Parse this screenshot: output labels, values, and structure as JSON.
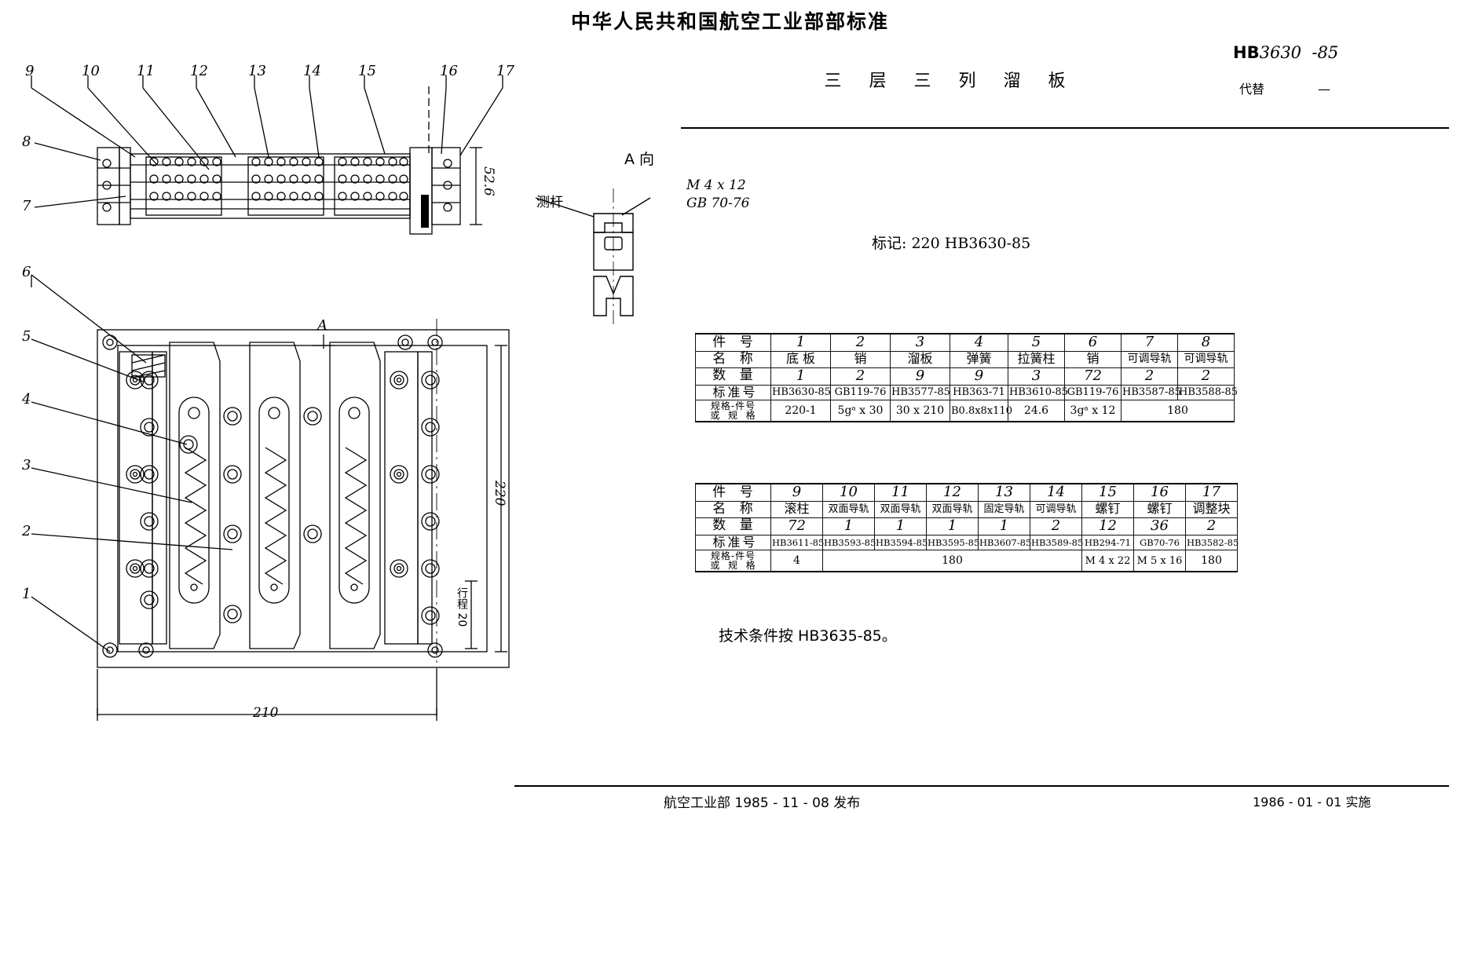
{
  "header": {
    "title": "中华人民共和国航空工业部部标准",
    "subtitle": "三 层 三 列 溜 板",
    "std_prefix": "HB",
    "std_number": "3630",
    "std_year": "-85",
    "replaces_label": "代替",
    "replaces_value": "—"
  },
  "mark": {
    "text": "标记: 220  HB3630-85"
  },
  "views": {
    "section_label": "A",
    "arrow_view_label": "A 向",
    "probe_label": "测杆",
    "screw_note_line1": "M 4 x 12",
    "screw_note_line2": "GB 70-76"
  },
  "dimensions": {
    "height_52_6": "52.6",
    "width_210": "210",
    "height_220": "220",
    "note_20": "行程 20"
  },
  "balloons": {
    "left_column": [
      "9",
      "10",
      "11",
      "12",
      "13",
      "14",
      "15",
      "16",
      "17"
    ],
    "side": [
      "8",
      "7",
      "6",
      "5",
      "4",
      "3",
      "2",
      "1"
    ]
  },
  "table1": {
    "row_labels": [
      "件  号",
      "名  称",
      "数  量",
      "标准号",
      "规格-件号\n或  规格"
    ],
    "item_no": [
      "1",
      "2",
      "3",
      "4",
      "5",
      "6",
      "7",
      "8"
    ],
    "name": [
      "底 板",
      "销",
      "溜板",
      "弹簧",
      "拉簧柱",
      "销",
      "可调导轨",
      "可调导轨"
    ],
    "qty": [
      "1",
      "2",
      "9",
      "9",
      "3",
      "72",
      "2",
      "2"
    ],
    "standard": [
      "HB3630-85",
      "GB119-76",
      "HB3577-85",
      "HB363-71",
      "HB3610-85",
      "GB119-76",
      "HB3587-85",
      "HB3588-85"
    ],
    "spec": [
      "220-1",
      "5gᵃ x 30",
      "30 x 210",
      "B0.8x8x110",
      "24.6",
      "3gᵃ x 12",
      "180",
      ""
    ]
  },
  "table2": {
    "row_labels": [
      "件  号",
      "名  称",
      "数  量",
      "标准号",
      "规格-件号\n或  规格"
    ],
    "item_no": [
      "9",
      "10",
      "11",
      "12",
      "13",
      "14",
      "15",
      "16",
      "17"
    ],
    "name": [
      "滚柱",
      "双面导轨",
      "双面导轨",
      "双面导轨",
      "固定导轨",
      "可调导轨",
      "螺钉",
      "螺钉",
      "调整块"
    ],
    "qty": [
      "72",
      "1",
      "1",
      "1",
      "1",
      "2",
      "12",
      "36",
      "2"
    ],
    "standard": [
      "HB3611-85",
      "HB3593-85",
      "HB3594-85",
      "HB3595-85",
      "HB3607-85",
      "HB3589-85",
      "HB294-71",
      "GB70-76",
      "HB3582-85"
    ],
    "spec": [
      "4",
      "180",
      "",
      "",
      "",
      "",
      "M 4 x 22",
      "M 5 x 16",
      "180"
    ]
  },
  "tech_condition": {
    "text": "技术条件按 HB3635-85。"
  },
  "footer": {
    "left": "航空工业部 1985 - 11 - 08 发布",
    "right": "1986 - 01 - 01 实施"
  }
}
